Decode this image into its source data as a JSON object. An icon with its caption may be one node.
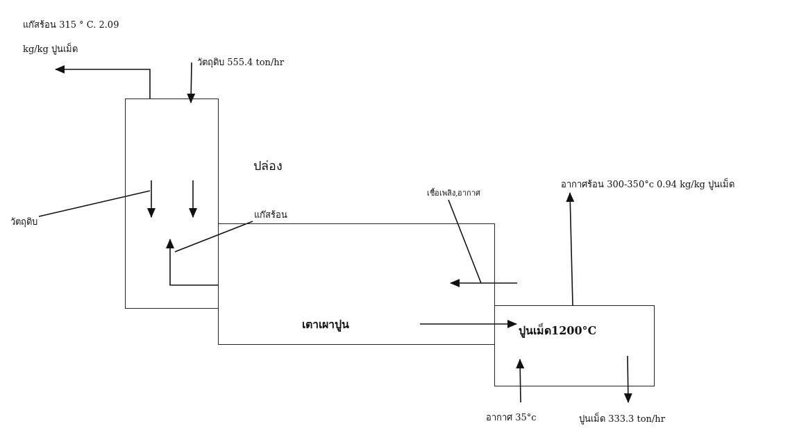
{
  "diagram": {
    "nodes": [
      {
        "text": [],
        "shape": "box",
        "beside": [
          "ปล่อง"
        ]
      },
      {
        "text": [
          "เตาเผาปูน"
        ]
      },
      {
        "text": [
          "ปูนเม็ด1200°C"
        ]
      },
      {
        "text": [
          "แก๊สร้อน 315 ° C. 2.09 kg/kg ปูนเม็ด"
        ]
      },
      {
        "text": [
          "วัตถุดิบ 555.4 ton/hr"
        ]
      },
      {
        "text": [
          "วัตถุดิบ"
        ]
      },
      {
        "text": [
          "แก๊สร้อน"
        ]
      },
      {
        "text": [
          "เชื้อเพลิง,อากาศ"
        ]
      },
      {
        "text": [
          "อากาศร้อน 300-350°c 0.94 kg/kg ปูนเม็ด"
        ]
      },
      {
        "text": [
          "อากาศ 35°c"
        ]
      },
      {
        "text": [
          "ปูนเม็ด 333.3 ton/hr"
        ]
      }
    ],
    "edges": [
      {
        "from": 0,
        "to": 3,
        "arrow": "to"
      },
      {
        "from": 4,
        "to": 0,
        "arrow": "to"
      },
      {
        "from": 5,
        "to": 0,
        "arrow": "none"
      },
      {
        "from": 6,
        "to": 0,
        "arrow": "none"
      },
      {
        "from": 1,
        "to": 0,
        "arrow": "to"
      },
      {
        "from": 7,
        "to": 1,
        "arrow": "none"
      },
      {
        "from": null,
        "to": 1,
        "arrow": "to"
      },
      {
        "from": 1,
        "to": 2,
        "arrow": "to"
      },
      {
        "from": 2,
        "to": 8,
        "arrow": "to"
      },
      {
        "from": 9,
        "to": 2,
        "arrow": "to"
      },
      {
        "from": 2,
        "to": 10,
        "arrow": "to"
      }
    ]
  }
}
